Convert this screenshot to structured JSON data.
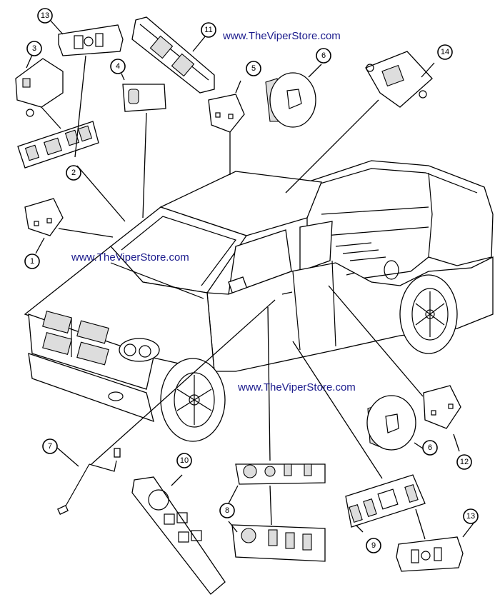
{
  "diagram": {
    "type": "exploded parts diagram",
    "subject": "pickup truck switches and window controls",
    "watermark_color": "#1a1a8c",
    "watermarks": [
      {
        "text": "www.TheViperStore.com"
      },
      {
        "text": "www.TheViperStore.com"
      },
      {
        "text": "www.TheViperStore.com"
      }
    ],
    "callouts": [
      {
        "id": "c13a",
        "label": "13"
      },
      {
        "id": "c11",
        "label": "11"
      },
      {
        "id": "c3",
        "label": "3"
      },
      {
        "id": "c4",
        "label": "4"
      },
      {
        "id": "c5",
        "label": "5"
      },
      {
        "id": "c6a",
        "label": "6"
      },
      {
        "id": "c14",
        "label": "14"
      },
      {
        "id": "c2",
        "label": "2"
      },
      {
        "id": "c1",
        "label": "1"
      },
      {
        "id": "c7",
        "label": "7"
      },
      {
        "id": "c10",
        "label": "10"
      },
      {
        "id": "c8",
        "label": "8"
      },
      {
        "id": "c9",
        "label": "9"
      },
      {
        "id": "c6b",
        "label": "6"
      },
      {
        "id": "c12",
        "label": "12"
      },
      {
        "id": "c13b",
        "label": "13"
      }
    ]
  }
}
